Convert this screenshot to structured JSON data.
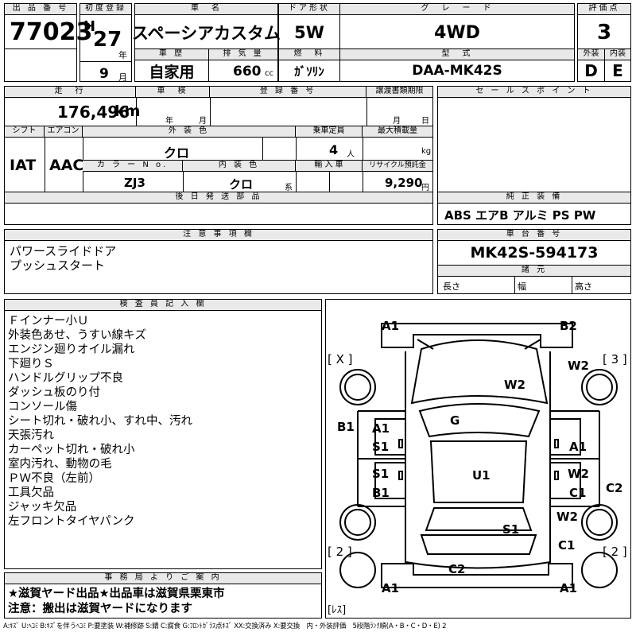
{
  "top": {
    "lot_no_label": "出 品 番 号",
    "lot_no": "77023",
    "first_reg_label": "初度登録",
    "era": "H",
    "year": "27",
    "year_unit": "年",
    "month": "9",
    "month_unit": "月",
    "name_label": "車　名",
    "name": "スペーシアカスタム",
    "door_label": "ドア形状",
    "door": "5W",
    "grade_label": "グ　レ　ー　ド",
    "grade": "4WD",
    "score_label": "評価点",
    "score": "3",
    "history_label": "車 歴",
    "history": "自家用",
    "displacement_label": "排 気 量",
    "displacement": "660",
    "displacement_unit": "cc",
    "fuel_label": "燃　料",
    "fuel": "ｶﾞｿﾘﾝ",
    "model_label": "型　式",
    "model": "DAA-MK42S",
    "ext_label": "外装",
    "ext": "D",
    "int_label": "内装",
    "int": "E"
  },
  "mid": {
    "mileage_label": "走　行",
    "mileage": "176,496",
    "mileage_unit": "km",
    "inspection_label": "車　検",
    "insp_year_unit": "年",
    "insp_month_unit": "月",
    "reg_no_label": "登 録 番 号",
    "transfer_label": "譲渡書類期限",
    "transfer_month_unit": "月",
    "transfer_day_unit": "日",
    "shift_label": "シフト",
    "shift": "IAT",
    "ac_label": "エアコン",
    "ac": "AAC",
    "ext_color_label": "外 装 色",
    "ext_color": "クロ",
    "capacity_label": "乗車定員",
    "capacity": "4",
    "capacity_unit": "人",
    "max_load_label": "最大積載量",
    "max_load_unit": "kg",
    "color_no_label": "カ ラ ー N o.",
    "color_no": "ZJ3",
    "int_color_label": "内 装 色",
    "int_color": "クロ",
    "int_color_unit": "系",
    "import_label": "輸 入 車",
    "recycle_label": "リサイクル預託金",
    "recycle": "9,290",
    "recycle_unit": "円",
    "later_parts_label": "後 日 発 送 部 品",
    "sales_points_label": "セ ー ル ス ポ イ ン ト",
    "equipment_label": "純 正 装 備",
    "equipment": "ABS エアB アルミ PS PW"
  },
  "notes": {
    "label": "注 意 事 項 欄",
    "lines": [
      "パワースライドドア",
      "プッシュスタート"
    ]
  },
  "chassis": {
    "label": "車 台 番 号",
    "value": "MK42S-594173",
    "dims_label": "諸 元",
    "length_label": "長さ",
    "width_label": "幅",
    "height_label": "高さ"
  },
  "inspector": {
    "label": "検 査 員 記 入 欄",
    "lines": [
      "Ｆインナー小Ｕ",
      "外装色あせ、うすい線キズ",
      "エンジン廻りオイル漏れ",
      "下廻りＳ",
      "ハンドルグリップ不良",
      "ダッシュ板のり付",
      "コンソール傷",
      "シート切れ・破れ小、すれ中、汚れ",
      "天張汚れ",
      "カーペット切れ・破れ小",
      "室内汚れ、動物の毛",
      "ＰＷ不良（左前）",
      "工具欠品",
      "ジャッキ欠品",
      "左フロントタイヤパンク"
    ]
  },
  "office": {
    "label": "事 務 局 よ り ご 案 内",
    "lines": [
      "★滋賀ヤード出品★出品車は滋賀県栗東市",
      "注意：搬出は滋賀ヤードになります"
    ]
  },
  "diagram": {
    "marks": {
      "a1_fl": "A1",
      "b2_fr": "B2",
      "x_tl": "[ X ]",
      "three_tr": "[ 3 ]",
      "w2_hood": "W2",
      "w2_r": "W2",
      "b1_l": "B1",
      "a1_door1": "A1",
      "s1_door1": "S1",
      "g": "G",
      "a1_rdoor1": "A1",
      "s1_door2": "S1",
      "b1_door2": "B1",
      "u1": "U1",
      "w2_rdoor": "W2",
      "c1_rdoor": "C1",
      "c2_r": "C2",
      "w2_rr": "W2",
      "s1_rear": "S1",
      "c1_rr": "C1",
      "two_bl": "[ 2 ]",
      "two_br": "[ 2 ]",
      "c2_bumper": "C2",
      "a1_bl": "A1",
      "a1_br": "A1",
      "less": "[ﾚｽ]"
    }
  },
  "legend": "A:ｷｽﾞ U:ﾍｺﾐ B:ｷｽﾞを伴うﾍｺﾐ P:要塗装 W:補修跡 S:錆 C:腐食 G:ﾌﾛﾝﾄｶﾞﾗｽ点ｷｽﾞ XX:交換済み X:要交換　内・外装評価　5段階ﾗﾝｸ順(A・B・C・D・E) 2"
}
